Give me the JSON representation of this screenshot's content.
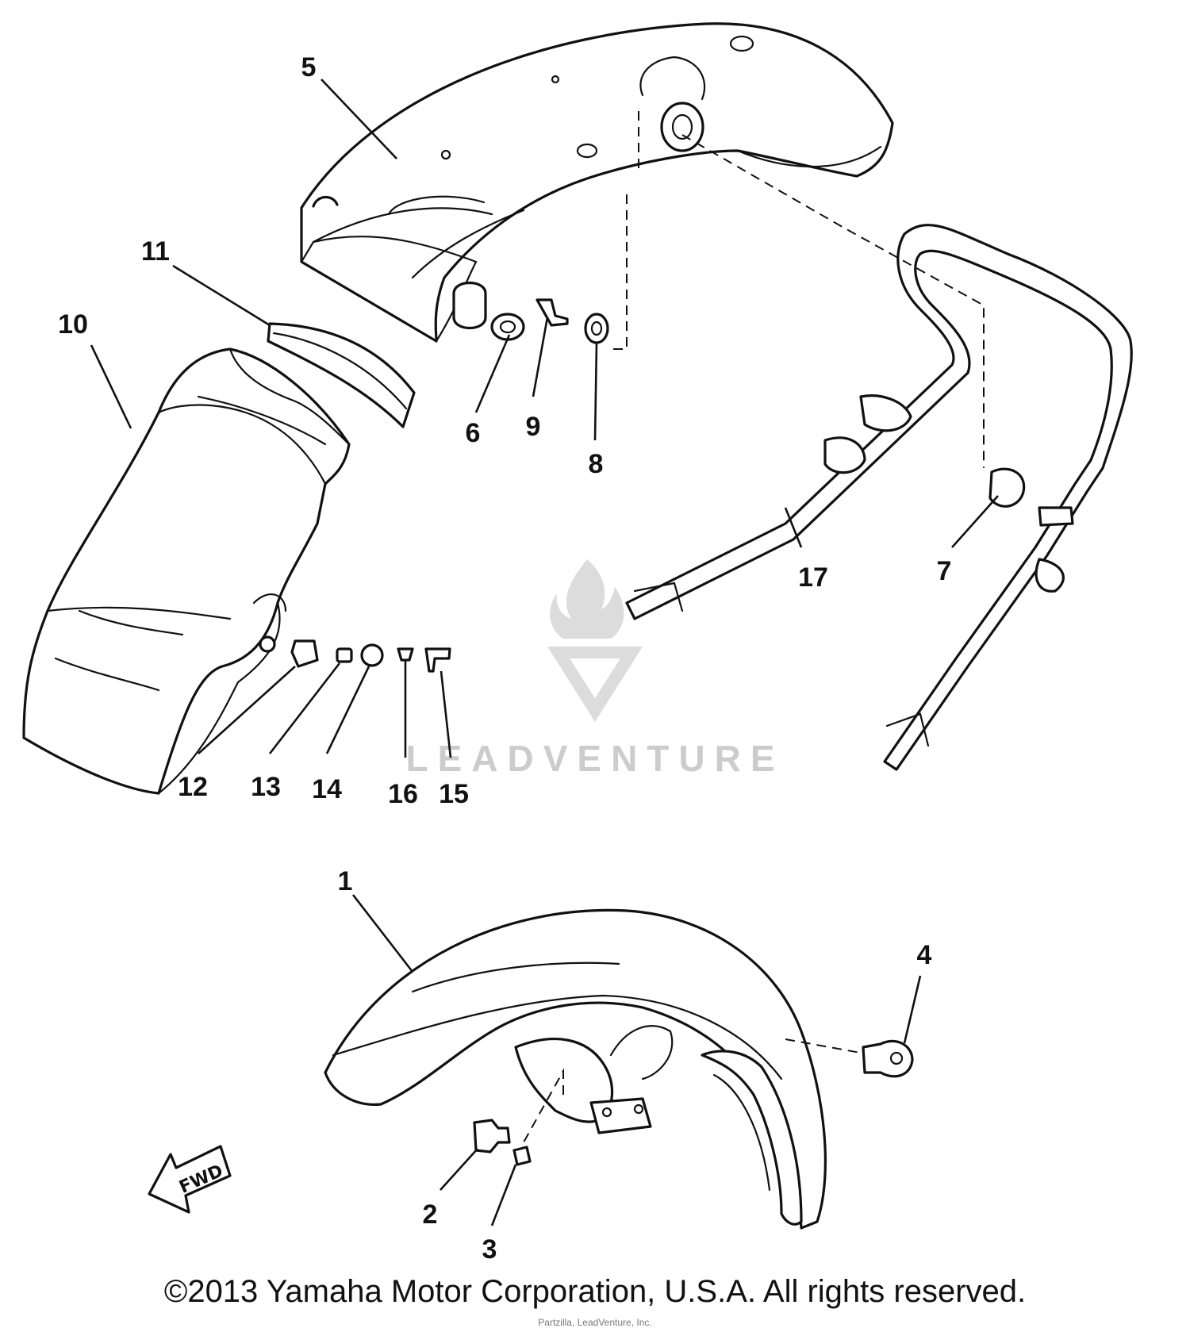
{
  "callouts": [
    {
      "id": "1",
      "label": "1"
    },
    {
      "id": "2",
      "label": "2"
    },
    {
      "id": "3",
      "label": "3"
    },
    {
      "id": "4",
      "label": "4"
    },
    {
      "id": "5",
      "label": "5"
    },
    {
      "id": "6",
      "label": "6"
    },
    {
      "id": "7",
      "label": "7"
    },
    {
      "id": "8",
      "label": "8"
    },
    {
      "id": "9",
      "label": "9"
    },
    {
      "id": "10",
      "label": "10"
    },
    {
      "id": "11",
      "label": "11"
    },
    {
      "id": "12",
      "label": "12"
    },
    {
      "id": "13",
      "label": "13"
    },
    {
      "id": "14",
      "label": "14"
    },
    {
      "id": "15",
      "label": "15"
    },
    {
      "id": "16",
      "label": "16"
    },
    {
      "id": "17",
      "label": "17"
    }
  ],
  "fwd_label": "FWD",
  "watermark": "LEADVENTURE",
  "copyright": "©2013 Yamaha Motor Corporation, U.S.A. All rights reserved.",
  "credit": "Partzilla, LeadVenture, Inc."
}
